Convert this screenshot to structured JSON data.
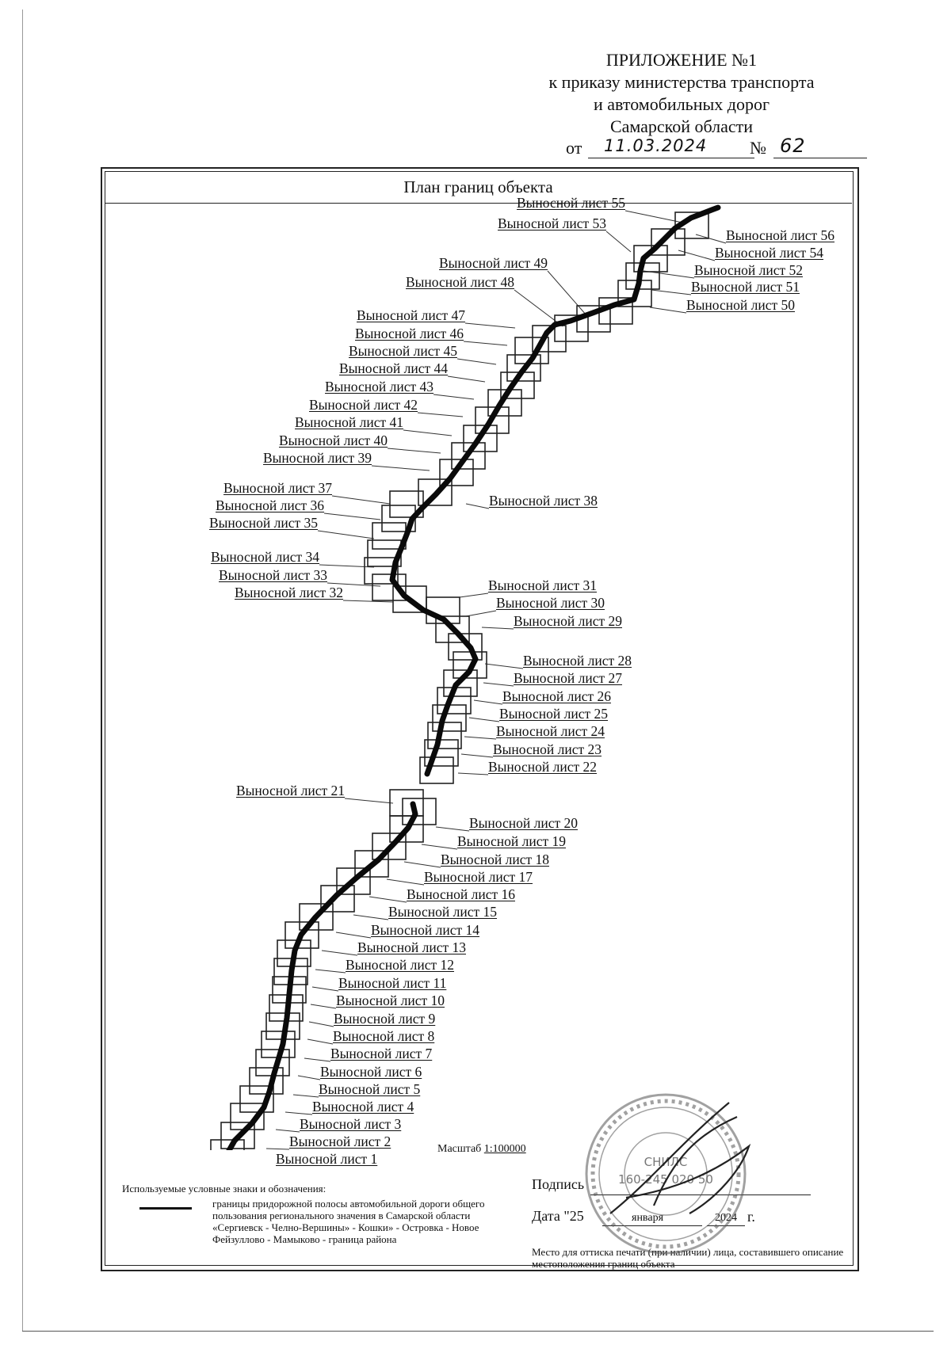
{
  "header": {
    "line1": "ПРИЛОЖЕНИЕ №1",
    "line2": "к приказу министерства транспорта",
    "line3": "и автомобильных дорог",
    "line4": "Самарской области",
    "date_prefix": "от",
    "date_value": "11.03.2024",
    "number_prefix": "№",
    "number_value": "62"
  },
  "plan": {
    "title": "План границ объекта",
    "scale_label": "Масштаб",
    "scale_value": "1:100000"
  },
  "sheets": {
    "s1": "Выносной лист 1",
    "s2": "Выносной лист 2",
    "s3": "Выносной лист 3",
    "s4": "Выносной лист 4",
    "s5": "Выносной лист 5",
    "s6": "Выносной лист 6",
    "s7": "Выносной лист 7",
    "s8": "Выносной лист 8",
    "s9": "Выносной лист 9",
    "s10": "Выносной лист 10",
    "s11": "Выносной лист 11",
    "s12": "Выносной лист 12",
    "s13": "Выносной лист 13",
    "s14": "Выносной лист 14",
    "s15": "Выносной лист 15",
    "s16": "Выносной лист 16",
    "s17": "Выносной лист 17",
    "s18": "Выносной лист 18",
    "s19": "Выносной лист 19",
    "s20": "Выносной лист 20",
    "s21": "Выносной лист 21",
    "s22": "Выносной лист 22",
    "s23": "Выносной лист 23",
    "s24": "Выносной лист 24",
    "s25": "Выносной лист 25",
    "s26": "Выносной лист 26",
    "s27": "Выносной лист 27",
    "s28": "Выносной лист 28",
    "s29": "Выносной лист 29",
    "s30": "Выносной лист 30",
    "s31": "Выносной лист 31",
    "s32": "Выносной лист 32",
    "s33": "Выносной лист 33",
    "s34": "Выносной лист 34",
    "s35": "Выносной лист 35",
    "s36": "Выносной лист 36",
    "s37": "Выносной лист 37",
    "s38": "Выносной лист 38",
    "s39": "Выносной лист 39",
    "s40": "Выносной лист 40",
    "s41": "Выносной лист 41",
    "s42": "Выносной лист 42",
    "s43": "Выносной лист 43",
    "s44": "Выносной лист 44",
    "s45": "Выносной лист 45",
    "s46": "Выносной лист 46",
    "s47": "Выносной лист 47",
    "s48": "Выносной лист 48",
    "s49": "Выносной лист 49",
    "s50": "Выносной лист 50",
    "s51": "Выносной лист 51",
    "s52": "Выносной лист 52",
    "s53": "Выносной лист 53",
    "s54": "Выносной лист 54",
    "s55": "Выносной лист 55",
    "s56": "Выносной лист 56"
  },
  "legend": {
    "title": "Используемые условные знаки и обозначения:",
    "entry": "границы придорожной полосы автомобильной дороги общего пользования регионального значения в Самарской области «Сергиевск - Челно-Вершины» - Кошки» - Островка - Новое Фейзуллово - Мамыково - граница района"
  },
  "signature": {
    "label": "Подпись",
    "date_label": "Дата \"25",
    "date_month": "января",
    "date_year": "2024",
    "date_suffix": "г.",
    "seal_note": "Место для оттиска печати (при наличии) лица, составившего описание местоположения границ объекта"
  },
  "seal": {
    "text_a": "СНИЛС",
    "text_b": "160-245 020 50"
  }
}
